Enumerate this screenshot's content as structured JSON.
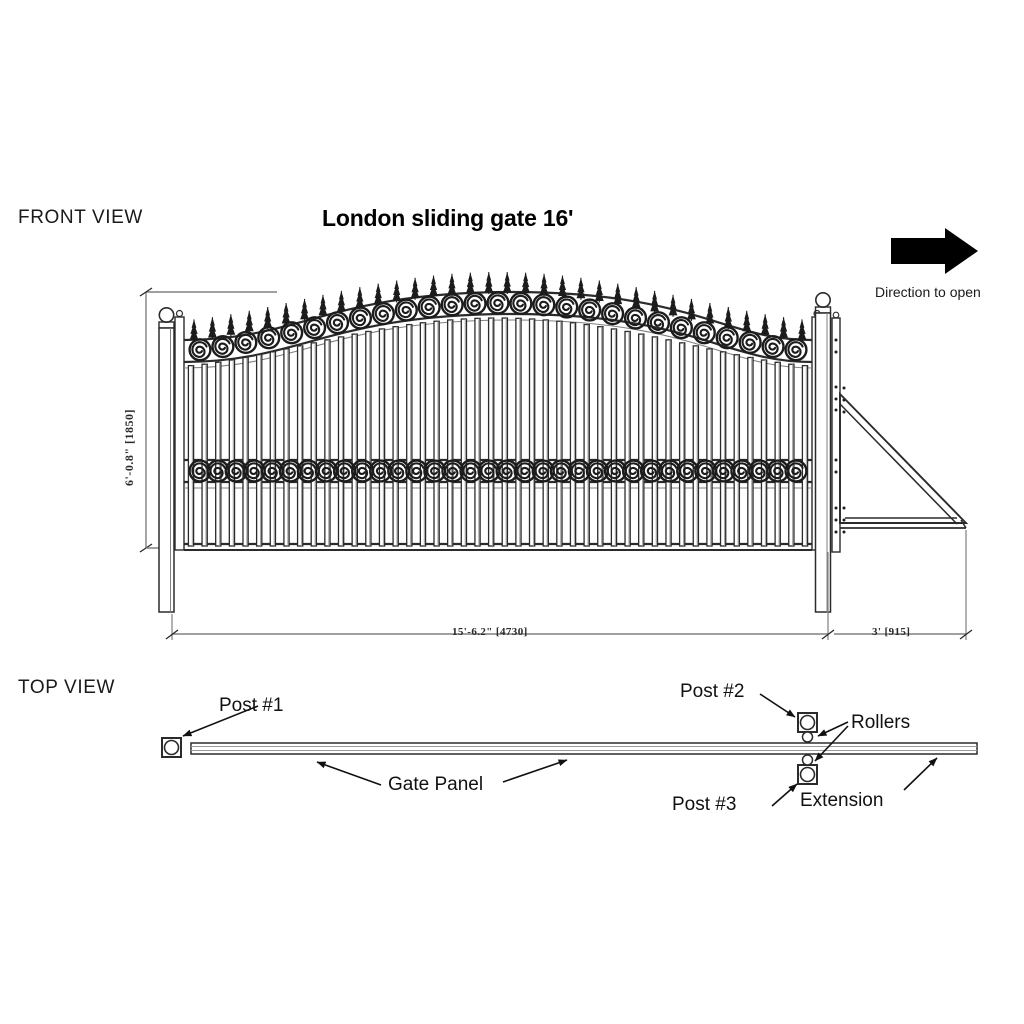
{
  "drawing": {
    "title": "London sliding gate 16'",
    "front_view_label": "FRONT VIEW",
    "top_view_label": "TOP  VIEW",
    "direction_label": "Direction to open",
    "direction_icon": "arrow-right-icon"
  },
  "dimensions": {
    "height": "6'-0.8\" [1850]",
    "panel_width": "15'-6.2\"  [4730]",
    "extension_width": "3'  [915]"
  },
  "callouts": {
    "post1": "Post #1",
    "post2": "Post #2",
    "post3": "Post #3",
    "rollers": "Rollers",
    "extension": "Extension",
    "gate_panel": "Gate Panel"
  },
  "colors": {
    "line": "#2b2b2b",
    "light_line": "#808080",
    "fill": "#ffffff",
    "background": "#ffffff",
    "text": "#111111"
  },
  "gate": {
    "picket_count": 46,
    "top_finial_count": 34,
    "top_scroll_count": 27,
    "mid_scroll_count": 34
  }
}
